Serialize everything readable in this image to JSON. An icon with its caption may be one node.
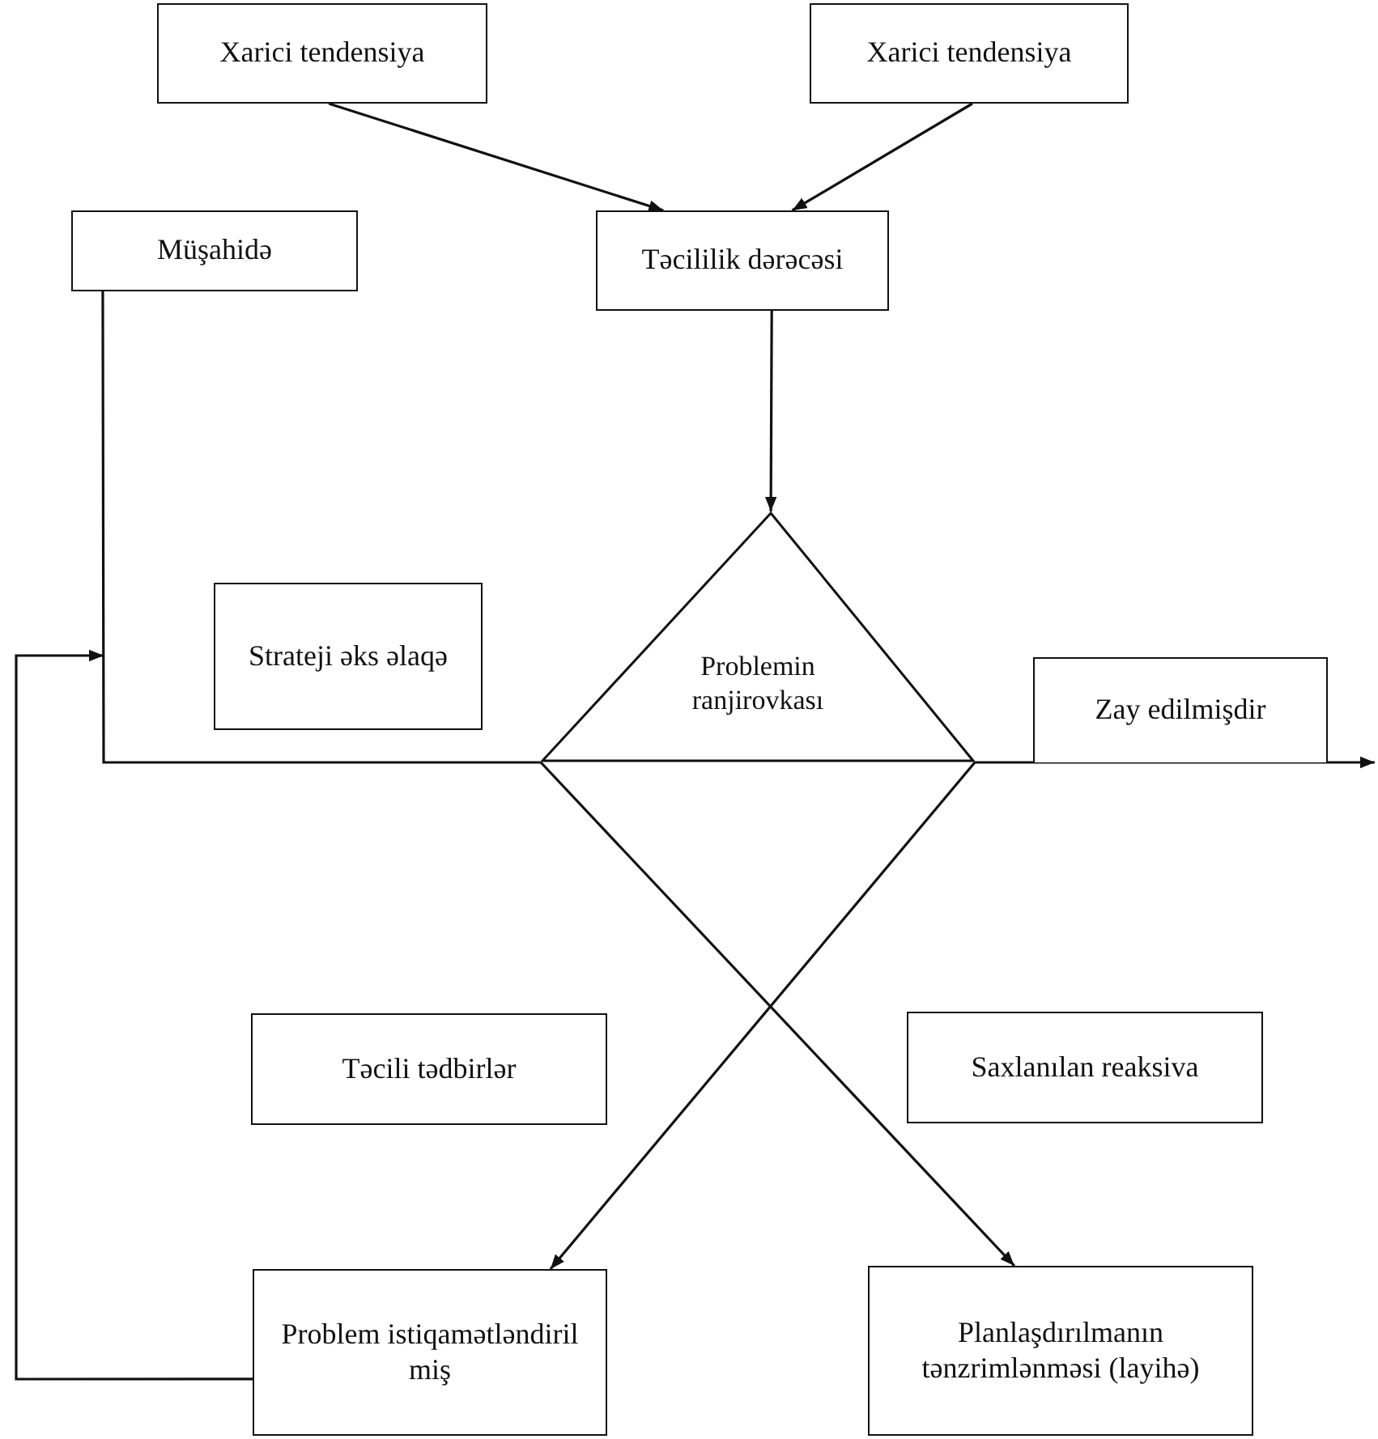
{
  "diagram": {
    "nodes": [
      {
        "text": [
          "Xarici tendensiya"
        ]
      },
      {
        "text": [
          "Xarici tendensiya"
        ]
      },
      {
        "text": [
          "Müşahidə"
        ]
      },
      {
        "text": [
          "Təcililik dərəcəsi"
        ]
      },
      {
        "text": [
          "Strateji əks əlaqə"
        ]
      },
      {
        "text": [
          "Problemin ranjirovkası"
        ]
      },
      {
        "text": [
          "Zay edilmişdir"
        ]
      },
      {
        "text": [
          "Təcili tədbirlər"
        ]
      },
      {
        "text": [
          "Saxlanılan reaksiva"
        ]
      },
      {
        "text": [
          "Problem istiqamətləndiril miş"
        ]
      },
      {
        "text": [
          "Planlaşdırılmanın tənzrimlənməsi (layihə)"
        ]
      }
    ],
    "edges": [
      {
        "from": 0,
        "to": 3,
        "arrow": "to"
      },
      {
        "from": 1,
        "to": 3,
        "arrow": "to"
      },
      {
        "from": 3,
        "to": 5,
        "arrow": "to"
      },
      {
        "from": 2,
        "to": 5,
        "arrow": "none"
      },
      {
        "from": 5,
        "to": null,
        "arrow": "to"
      },
      {
        "from": 5,
        "to": 9,
        "arrow": "to"
      },
      {
        "from": 5,
        "to": 10,
        "arrow": "to"
      },
      {
        "from": 9,
        "to": null,
        "arrow": "to"
      }
    ]
  }
}
